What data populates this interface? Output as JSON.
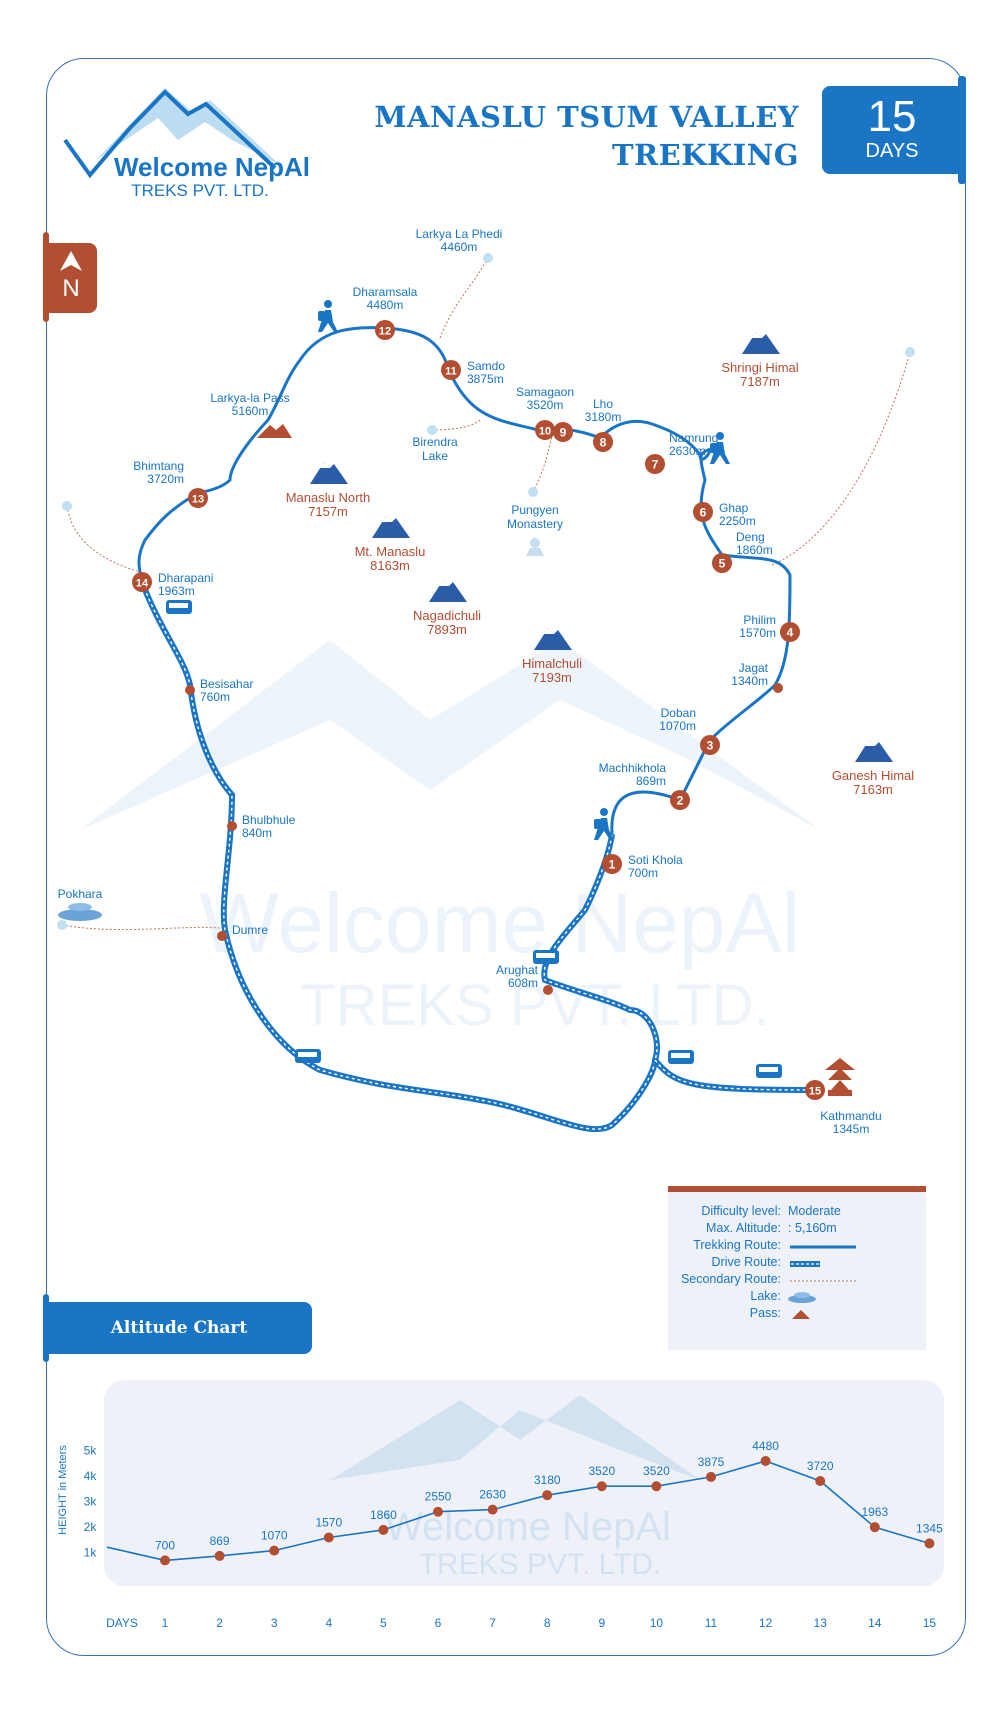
{
  "logo": {
    "brand": "Welcome NepAl",
    "sub": "TREKS PVT. LTD."
  },
  "title": {
    "line1": "MANASLU TSUM VALLEY",
    "line2": "TREKKING"
  },
  "duration": {
    "number": "15",
    "unit": "DAYS"
  },
  "north_label": "N",
  "colors": {
    "primary": "#1a75c4",
    "accent": "#b24e32",
    "panel": "#eef2f8",
    "mountain": "#2a5ca8",
    "lake": "#bfe0f5"
  },
  "stops": [
    {
      "num": "1",
      "name": "Soti Khola",
      "alt": "700m"
    },
    {
      "num": "2",
      "name": "Machhikhola",
      "alt": "869m"
    },
    {
      "num": "3",
      "name": "Doban",
      "alt": "1070m"
    },
    {
      "num": "4",
      "name": "Philim",
      "alt": "1570m"
    },
    {
      "num": "5",
      "name": "Deng",
      "alt": "1860m"
    },
    {
      "num": "6",
      "name": "Ghap",
      "alt": "2250m"
    },
    {
      "num": "7",
      "name": "Namrung",
      "alt": "2630m"
    },
    {
      "num": "8",
      "name": "Lho",
      "alt": "3180m"
    },
    {
      "num": "9",
      "name": "",
      "alt": ""
    },
    {
      "num": "10",
      "name": "Samagaon",
      "alt": "3520m"
    },
    {
      "num": "11",
      "name": "Samdo",
      "alt": "3875m"
    },
    {
      "num": "12",
      "name": "Dharamsala",
      "alt": "4480m"
    },
    {
      "num": "13",
      "name": "Bhimtang",
      "alt": "3720m"
    },
    {
      "num": "14",
      "name": "Dharapani",
      "alt": "1963m"
    },
    {
      "num": "15",
      "name": "Kathmandu",
      "alt": "1345m"
    }
  ],
  "waypoints": [
    {
      "name": "Arughat",
      "alt": "608m"
    },
    {
      "name": "Jagat",
      "alt": "1340m"
    },
    {
      "name": "Besisahar",
      "alt": "760m"
    },
    {
      "name": "Bhulbhule",
      "alt": "840m"
    },
    {
      "name": "Dumre",
      "alt": ""
    },
    {
      "name": "Pokhara",
      "alt": ""
    },
    {
      "name": "Larkya La Phedi",
      "alt": "4460m"
    }
  ],
  "pass": {
    "name": "Larkya-la Pass",
    "alt": "5160m"
  },
  "peaks": [
    {
      "name": "Manaslu North",
      "alt": "7157m"
    },
    {
      "name": "Mt. Manaslu",
      "alt": "8163m"
    },
    {
      "name": "Nagadichuli",
      "alt": "7893m"
    },
    {
      "name": "Himalchuli",
      "alt": "7193m"
    },
    {
      "name": "Shringi Himal",
      "alt": "7187m"
    },
    {
      "name": "Ganesh Himal",
      "alt": "7163m"
    }
  ],
  "landmarks": [
    {
      "name": "Birendra",
      "name2": "Lake"
    },
    {
      "name": "Pungyen",
      "name2": "Monastery"
    }
  ],
  "icons": [
    "trekker-icon",
    "bus-icon",
    "mountain-icon",
    "pass-icon",
    "lake-icon",
    "monastery-icon",
    "temple-icon",
    "north-arrow-icon"
  ],
  "legend": {
    "difficulty_label": "Difficulty level:",
    "difficulty_value": "Moderate",
    "altitude_label": "Max. Altitude:",
    "altitude_value": ": 5,160m",
    "trekking_label": "Trekking Route:",
    "drive_label": "Drive Route:",
    "secondary_label": "Secondary Route:",
    "lake_label": "Lake:",
    "pass_label": "Pass:"
  },
  "altitude_button": "Altitude Chart",
  "chart_data": {
    "type": "line",
    "x": [
      0,
      1,
      2,
      3,
      4,
      5,
      6,
      7,
      8,
      9,
      10,
      11,
      12,
      13,
      14,
      15
    ],
    "values": [
      1200,
      700,
      869,
      1070,
      1570,
      1860,
      2550,
      2630,
      3180,
      3520,
      3520,
      3875,
      4480,
      3720,
      1963,
      1345
    ],
    "data_labels": [
      "",
      "700",
      "869",
      "1070",
      "1570",
      "1860",
      "2550",
      "2630",
      "3180",
      "3520",
      "3520",
      "3875",
      "4480",
      "3720",
      "1963",
      "1345"
    ],
    "categories": [
      "1",
      "2",
      "3",
      "4",
      "5",
      "6",
      "7",
      "8",
      "9",
      "10",
      "11",
      "12",
      "13",
      "14",
      "15"
    ],
    "xlabel": "DAYS",
    "ylabel": "HEIGHT in Meters",
    "yticks": [
      "1k",
      "2k",
      "3k",
      "4k",
      "5k"
    ],
    "ytick_values": [
      1000,
      2000,
      3000,
      4000,
      5000
    ],
    "xlim": [
      0,
      15
    ],
    "ylim": [
      0,
      5300
    ],
    "grid": false,
    "color": "#1a75c4",
    "marker_color": "#b24e32"
  }
}
